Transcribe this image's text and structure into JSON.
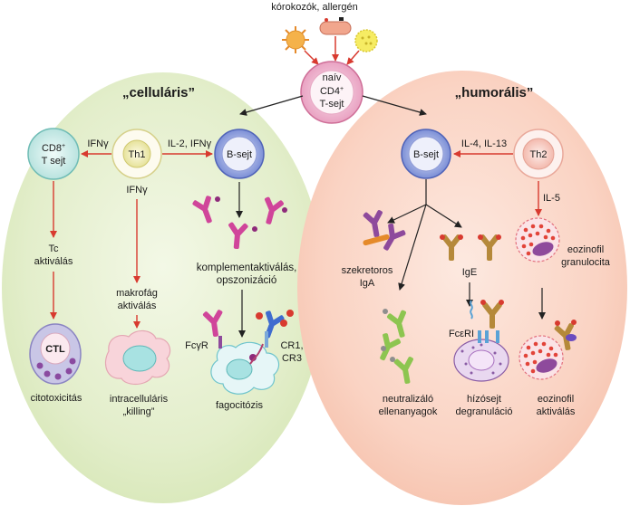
{
  "top_label": "kórokozók, allergén",
  "naive_cell": {
    "line1": "naív",
    "line2": "CD4",
    "sup": "+",
    "line3": "T-sejt"
  },
  "cellular": {
    "title": "„celluláris”",
    "cd8": {
      "line1": "CD8",
      "sup": "+",
      "line2": "T sejt"
    },
    "th1": "Th1",
    "bcell": "B-sejt",
    "ifng_to_cd8": "IFNγ",
    "il2_ifng": "IL-2, IFNγ",
    "ifng_below": "IFNγ",
    "tc_activation": [
      "Tc",
      "aktiválás"
    ],
    "macrophage_activation": [
      "makrofág",
      "aktiválás"
    ],
    "complement": [
      "komplementaktiválás,",
      "opszonizáció"
    ],
    "ctl": "CTL",
    "cytotoxicity": "citotoxicitás",
    "intracellular_killing": [
      "intracelluláris",
      "„killing”"
    ],
    "fcgr": "FcγR",
    "cr": [
      "CR1,",
      "CR3"
    ],
    "phagocytosis": "fagocitózis"
  },
  "humoral": {
    "title": "„humorális”",
    "bcell": "B-sejt",
    "th2": "Th2",
    "il4_il13": "IL-4, IL-13",
    "il5": "IL-5",
    "eosinophil": [
      "eozinofil",
      "granulocita"
    ],
    "secretory_iga": [
      "szekretoros",
      "IgA"
    ],
    "ige": "IgE",
    "fceri": "FcεRI",
    "neutralizing": [
      "neutralizáló",
      "ellenanyagok"
    ],
    "mast_cell": [
      "hízósejt",
      "degranuláció"
    ],
    "eosinophil_activation": [
      "eozinofil",
      "aktiválás"
    ]
  },
  "colors": {
    "cellular_bg": "#e6f0cf",
    "humoral_bg": "#fbd7c9",
    "red_arrow": "#d83a2f",
    "black_arrow": "#222222",
    "antibody_pink": "#d0459a",
    "antibody_purple": "#8e4a9c",
    "antibody_gold": "#b5893a",
    "antibody_green": "#8dc550"
  }
}
